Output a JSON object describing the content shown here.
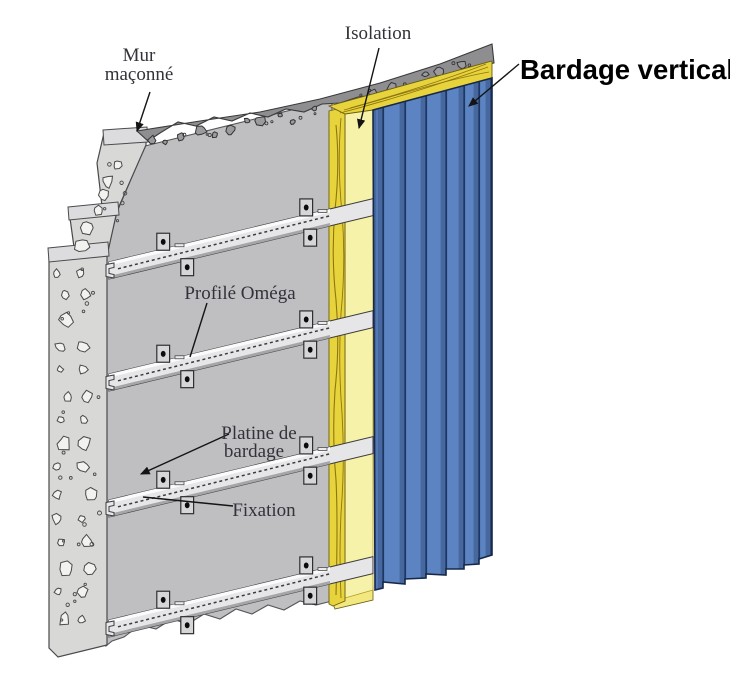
{
  "figure": {
    "labels": {
      "mur_maconne": {
        "line1": "Mur",
        "line2": "maçonné"
      },
      "isolation": {
        "text": "Isolation"
      },
      "bardage_vertical": {
        "text": "Bardage vertical"
      },
      "profile_omega": {
        "text": "Profilé Oméga"
      },
      "platine_de_bardage": {
        "line1": "Platine de",
        "line2": "bardage"
      },
      "fixation": {
        "text": "Fixation"
      }
    },
    "colors": {
      "wall_face": "#bfbfc1",
      "wall_top_band": "#8e8e90",
      "band_stone": "#9b9b9d",
      "concrete": "#d8d8d6",
      "concrete_stone": "#f2f2f0",
      "step_cap": "#dcdcde",
      "rail": "#e6e6e8",
      "rail_highlight": "#fbfbfc",
      "rail_shadow": "#a6a6a8",
      "plate": "#d6d6d8",
      "bolt": "#0b0b0b",
      "insulation_face": "#f7f2a9",
      "insulation_edge": "#e7d33b",
      "insulation_bottom": "#f2e87f",
      "insulation_line": "#8f7512",
      "cladding_light": "#5d84c2",
      "cladding_mid": "#46689f",
      "cladding_dark": "#1d3764",
      "cladding_outline": "#17284a",
      "outline": "#3c3c3e",
      "label_text": "#32323a",
      "annotation_text": "#000000"
    }
  }
}
